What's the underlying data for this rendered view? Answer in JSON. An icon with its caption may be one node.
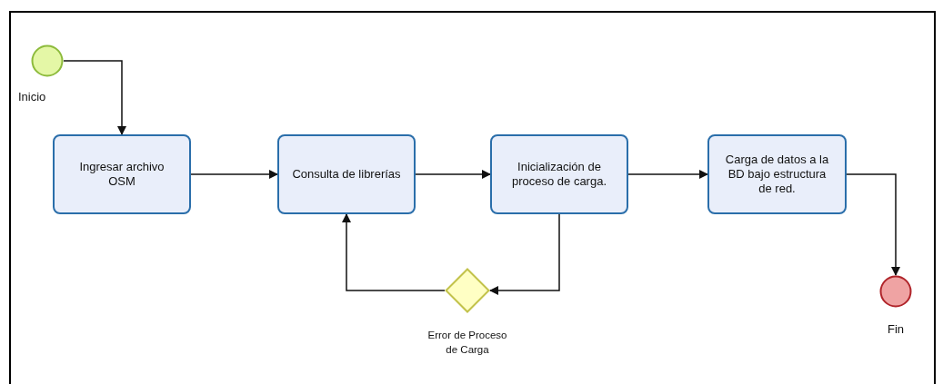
{
  "diagram": {
    "nodes": [
      {
        "text": [],
        "shape": "circle",
        "beside": [
          "Inicio"
        ]
      },
      {
        "text": [
          "Ingresar archivo OSM"
        ]
      },
      {
        "text": [
          "Consulta de librerías"
        ]
      },
      {
        "text": [
          "Inicialización de proceso de carga."
        ]
      },
      {
        "text": [
          "Carga de datos a la BD bajo estructura de red."
        ]
      },
      {
        "text": [],
        "shape": "diamond",
        "beside": [
          "Error de Proceso de Carga"
        ]
      },
      {
        "text": [],
        "shape": "circle",
        "beside": [
          "Fin"
        ]
      }
    ],
    "edges": [
      {
        "from": 0,
        "to": 1,
        "arrow": "to"
      },
      {
        "from": 1,
        "to": 2,
        "arrow": "to"
      },
      {
        "from": 2,
        "to": 3,
        "arrow": "to"
      },
      {
        "from": 3,
        "to": 4,
        "arrow": "to"
      },
      {
        "from": 3,
        "to": 5,
        "arrow": "to"
      },
      {
        "from": 5,
        "to": 2,
        "arrow": "to"
      },
      {
        "from": 4,
        "to": 6,
        "arrow": "to"
      }
    ]
  }
}
